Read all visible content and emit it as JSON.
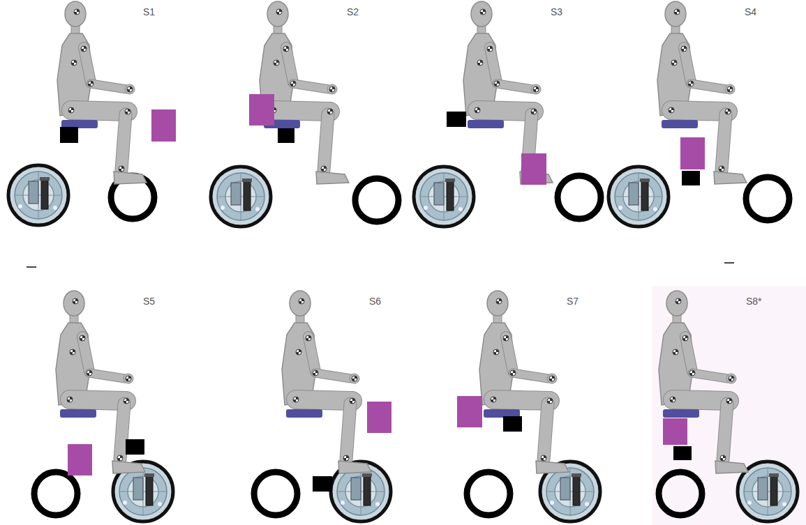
{
  "diagram": {
    "labels": [
      "S1",
      "S2",
      "S3",
      "S4",
      "S5",
      "S6",
      "S7",
      "S8*"
    ]
  }
}
